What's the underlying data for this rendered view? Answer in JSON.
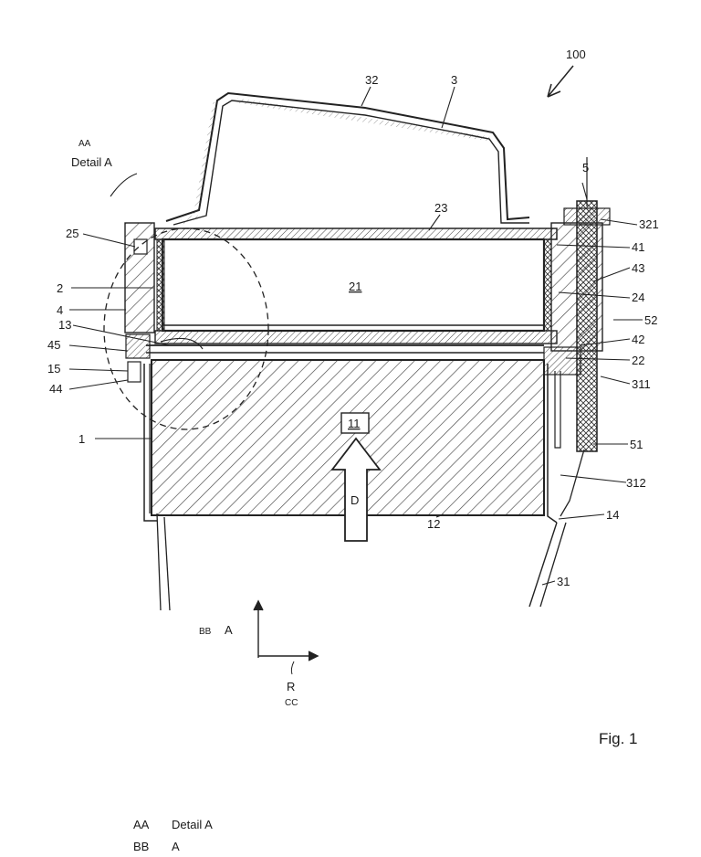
{
  "figure": {
    "label": "Fig. 1",
    "ref_main": "100",
    "detail_code": "AA",
    "detail_name": "Detail A",
    "callouts": {
      "c1": "1",
      "c2": "2",
      "c3": "3",
      "c4": "4",
      "c5": "5",
      "c11": "11",
      "c12": "12",
      "c13": "13",
      "c14": "14",
      "c15": "15",
      "c21": "21",
      "c22": "22",
      "c23": "23",
      "c24": "24",
      "c25": "25",
      "c31": "31",
      "c32": "32",
      "c41": "41",
      "c42": "42",
      "c43": "43",
      "c44": "44",
      "c45": "45",
      "c51": "51",
      "c52": "52",
      "c311": "311",
      "c312": "312",
      "c321": "321"
    },
    "direction_D": "D",
    "axes": {
      "code_a": "BB",
      "label_a": "A",
      "label_r": "R",
      "code_r": "CC"
    }
  },
  "legend": [
    {
      "code": "AA",
      "text": "Detail A"
    },
    {
      "code": "BB",
      "text": "A"
    }
  ]
}
